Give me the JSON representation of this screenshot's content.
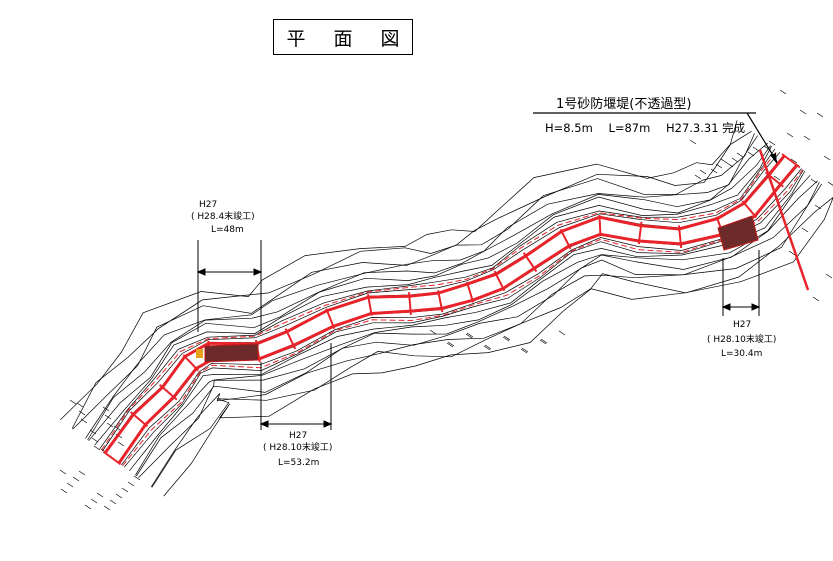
{
  "title": "平 面 図",
  "dam": {
    "name": "1号砂防堰堤(不透過型)",
    "height": "H=8.5m",
    "length": "L=87m",
    "completed": "H27.3.31 完成"
  },
  "segments": [
    {
      "year": "H27",
      "completion": "( H28.4末竣工)",
      "length": "L=48m"
    },
    {
      "year": "H27",
      "completion": "( H28.10末竣工)",
      "length": "L=53.2m"
    },
    {
      "year": "H27",
      "completion": "( H28.10末竣工)",
      "length": "L=30.4m"
    }
  ],
  "colors": {
    "channel": "#e8232a",
    "contour": "#000000",
    "structure": "#7a2a2a",
    "marker": "#e8a21a"
  }
}
